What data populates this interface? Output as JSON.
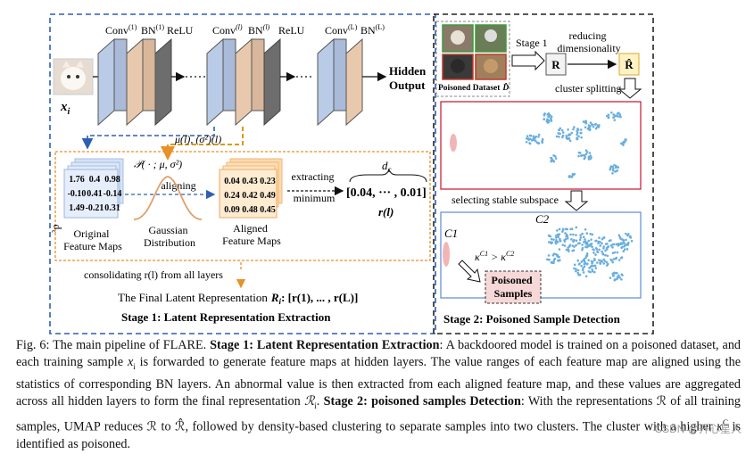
{
  "figure": {
    "layers": {
      "conv1": "Conv",
      "bn1": "BN",
      "relu1": "ReLU",
      "sup1": "(1)",
      "convl": "Conv",
      "bnl": "BN",
      "relul": "ReLU",
      "supl": "(l)",
      "convL": "Conv",
      "bnL": "BN",
      "supL": "(L)"
    },
    "hidden_output": [
      "Hidden",
      "Output"
    ],
    "input_label": "x",
    "input_sub": "i",
    "stats_label": "μ(l), (σ²)(l)",
    "gauss_formula": "𝒫( · ; μ, σ²)",
    "aligning": "aligning",
    "extracting": [
      "extracting",
      "minimum"
    ],
    "dc": "d",
    "dc_sub": "c",
    "r_vec": "[0.04, ··· , 0.01]",
    "r_label": "r(l)",
    "orig_matrix": [
      [
        "1.76",
        "0.4",
        "0.98"
      ],
      [
        "-0.10",
        "0.41",
        "-0.14"
      ],
      [
        "1.49",
        "-0.21",
        "0.31"
      ]
    ],
    "aligned_matrix": [
      [
        "0.04",
        "0.43",
        "0.23"
      ],
      [
        "0.24",
        "0.42",
        "0.49"
      ],
      [
        "0.09",
        "0.48",
        "0.45"
      ]
    ],
    "orig_caption": [
      "Original",
      "Feature Maps"
    ],
    "gauss_caption": [
      "Gaussian",
      "Distribution"
    ],
    "aligned_caption": [
      "Aligned",
      "Feature Maps"
    ],
    "consolidating": "consolidating  r(l)  from all layers",
    "final_rep": "The Final Latent Representation",
    "final_rep_sym": "R",
    "final_rep_vec": ":  [r(1), ... , r(L)]",
    "stage1_title": "Stage 1: Latent Representation Extraction",
    "poisoned_dataset": "Poisoned Dataset",
    "poisoned_dataset_sym": "D̂",
    "stage1_small": "Stage 1",
    "reducing": [
      "reducing",
      "dimensionality"
    ],
    "R_box": "R",
    "Rhat_box": "R̂",
    "cluster_splitting": "cluster splitting",
    "selecting": "selecting stable subspace",
    "c1": "C1",
    "c2": "C2",
    "kappa": "κ",
    "kappa_sup1": "C1",
    "kappa_sup2": "C2",
    "kappa_gt": ">",
    "poisoned_samples": [
      "Poisoned",
      "Samples"
    ],
    "stage2_title": "Stage 2: Poisoned Sample Detection",
    "colors": {
      "blue_dash": "#2f5fb3",
      "orange_dash": "#e8902a",
      "conv_fill": "#b9cbe6",
      "bn_fill": "#e9c9ae",
      "relu_fill": "#6d6d6d",
      "umap_red_box": "#c8102e",
      "umap_blue_box": "#5b8bd6",
      "umap_points": "#6aaee0",
      "pink_cluster": "#f2b5b5",
      "poison_box": "#f7d8d8",
      "rhat_fill": "#fff3c4"
    }
  },
  "caption": {
    "fig_no": "Fig. 6: The main pipeline of FLARE.",
    "s1_title": "Stage 1: Latent Representation Extraction",
    "s1_text": ": A backdoored model is trained on a poisoned dataset, and each training sample",
    "xi": "x",
    "xi_sub": "i",
    "s1_text2": "is forwarded to generate feature maps at hidden layers. The value ranges of each feature map are aligned using the statistics of corresponding BN layers. An abnormal value is then extracted from each aligned feature map, and these values are aggregated across all hidden layers to form the final representation",
    "Ri": "ℛ",
    "Ri_sub": "i",
    "s2_title": "Stage 2: poisoned samples Detection",
    "s2_text": ": With the representations ℛ of all training samples, UMAP reduces ℛ to ℛ̂, followed by density-based clustering to separate samples into two clusters. The cluster with a higher",
    "kC": "κ",
    "kC_sup": "C",
    "s2_end": "is identified as poisoned."
  },
  "watermark": "CSDN @开心星人"
}
